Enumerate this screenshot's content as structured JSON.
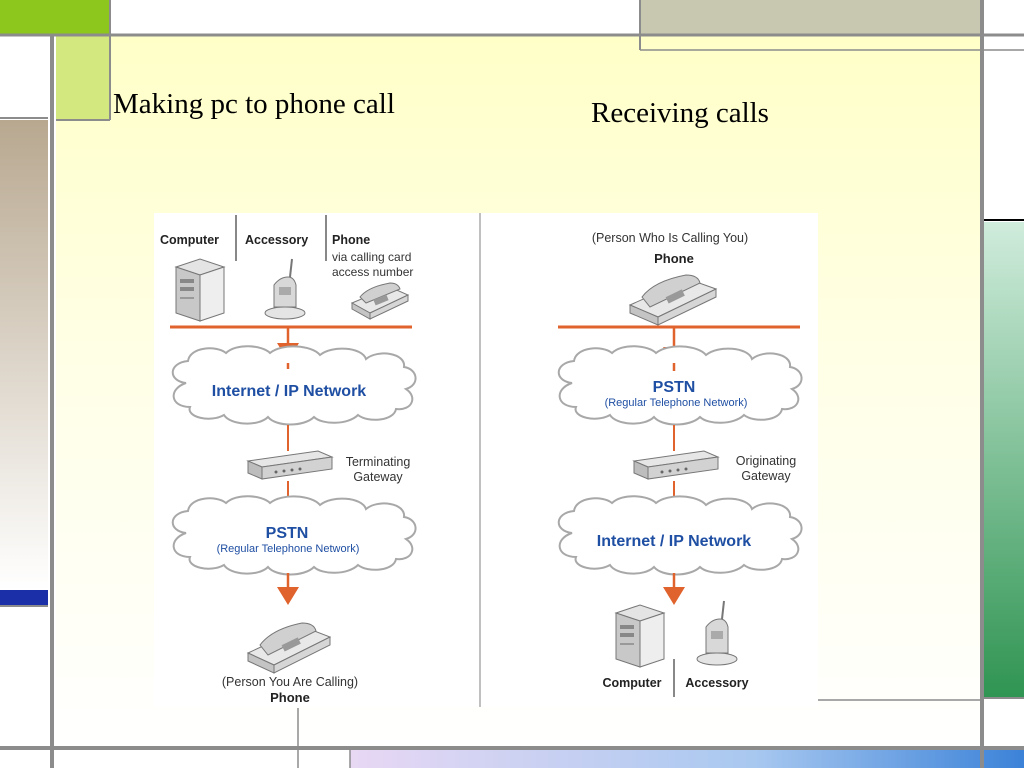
{
  "slide": {
    "title_left": "Making pc to phone call",
    "title_right": "Receiving calls"
  },
  "colors": {
    "frame_gray": "#8c8c8c",
    "lime_green": "#8dc71e",
    "light_lime": "#d4e880",
    "khaki": "#c8c8b0",
    "tan": "#c0b098",
    "navy": "#1b2fa8",
    "green_gradient_top": "#d0ecdc",
    "green_gradient_bottom": "#2f9452",
    "arrow_orange": "#e0622c",
    "network_blue": "#1f4fa3"
  },
  "diagram": {
    "left": {
      "col_computer": "Computer",
      "col_accessory": "Accessory",
      "col_phone": "Phone",
      "phone_note_1": "via calling card",
      "phone_note_2": "access number",
      "cloud_top": "Internet / IP Network",
      "gateway_1": "Terminating",
      "gateway_2": "Gateway",
      "cloud_bottom": "PSTN",
      "cloud_bottom_sub": "(Regular Telephone Network)",
      "caption": "(Person You Are Calling)",
      "caption_bold": "Phone"
    },
    "right": {
      "caption_top": "(Person Who Is Calling You)",
      "caption_top_bold": "Phone",
      "cloud_top": "PSTN",
      "cloud_top_sub": "(Regular Telephone Network)",
      "gateway_1": "Originating",
      "gateway_2": "Gateway",
      "cloud_bottom": "Internet / IP Network",
      "col_computer": "Computer",
      "col_accessory": "Accessory"
    }
  }
}
